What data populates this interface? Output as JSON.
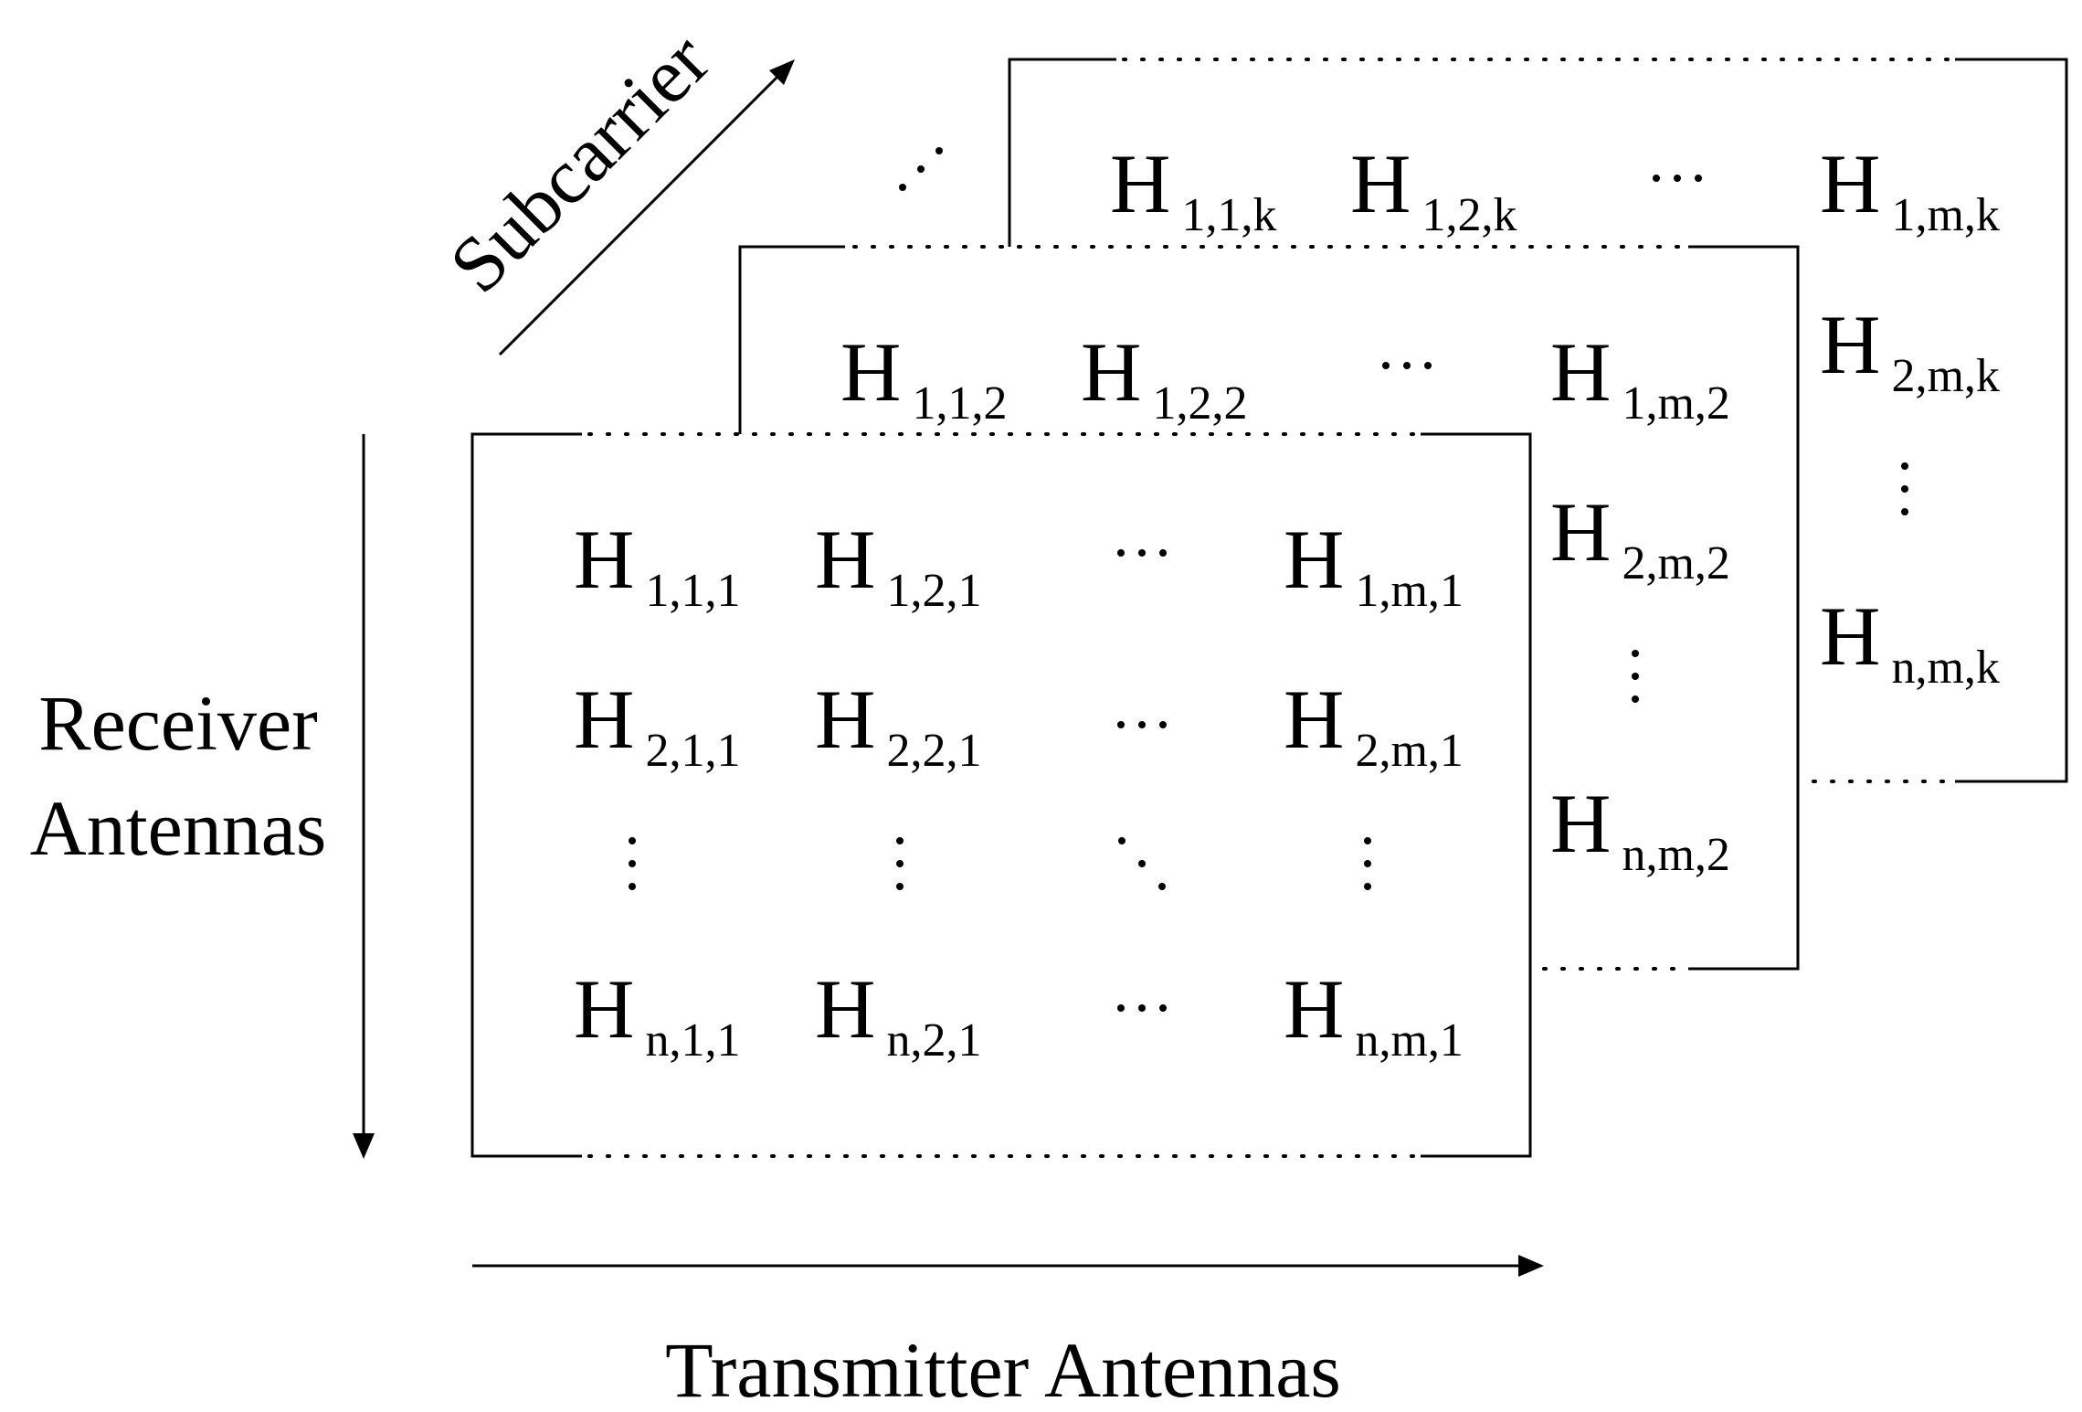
{
  "axes": {
    "subcarrier_label": "Subcarrier",
    "receiver_label_line1": "Receiver",
    "receiver_label_line2": "Antennas",
    "transmitter_label": "Transmitter Antennas"
  },
  "matrices": [
    {
      "name": "subcarrier-1",
      "cells": [
        {
          "base": "H",
          "sub": "1,1,1"
        },
        {
          "base": "H",
          "sub": "1,2,1"
        },
        {
          "base": "H",
          "sub": "1,m,1"
        },
        {
          "base": "H",
          "sub": "2,1,1"
        },
        {
          "base": "H",
          "sub": "2,2,1"
        },
        {
          "base": "H",
          "sub": "2,m,1"
        },
        {
          "base": "H",
          "sub": "n,1,1"
        },
        {
          "base": "H",
          "sub": "n,2,1"
        },
        {
          "base": "H",
          "sub": "n,m,1"
        }
      ]
    },
    {
      "name": "subcarrier-2",
      "cells": [
        {
          "base": "H",
          "sub": "1,1,2"
        },
        {
          "base": "H",
          "sub": "1,2,2"
        },
        {
          "base": "H",
          "sub": "1,m,2"
        },
        {
          "base": "H",
          "sub": "2,m,2"
        },
        {
          "base": "H",
          "sub": "n,m,2"
        }
      ]
    },
    {
      "name": "subcarrier-k",
      "cells": [
        {
          "base": "H",
          "sub": "1,1,k"
        },
        {
          "base": "H",
          "sub": "1,2,k"
        },
        {
          "base": "H",
          "sub": "1,m,k"
        },
        {
          "base": "H",
          "sub": "2,m,k"
        },
        {
          "base": "H",
          "sub": "n,m,k"
        }
      ]
    }
  ]
}
